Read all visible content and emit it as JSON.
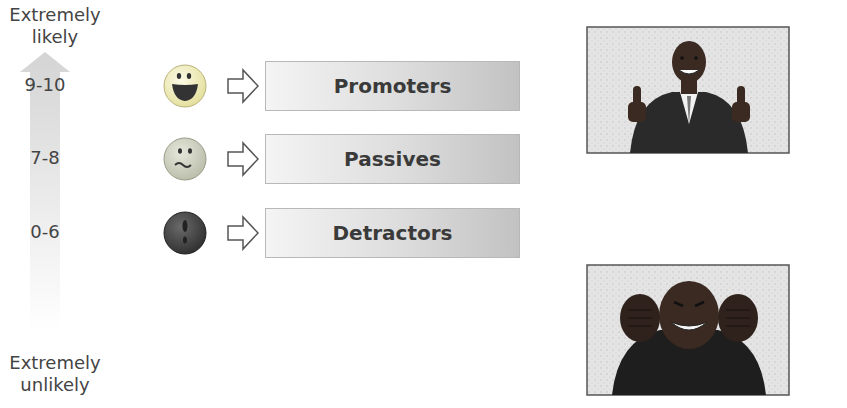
{
  "diagram": {
    "nodes": [
      {
        "text": [
          "Promoters"
        ]
      },
      {
        "text": [
          "Passives"
        ]
      },
      {
        "text": [
          "Detractors"
        ]
      }
    ],
    "labels": [
      "Extremely likely",
      "9-10",
      "7-8",
      "0-6",
      "Extremely unlikely"
    ]
  }
}
